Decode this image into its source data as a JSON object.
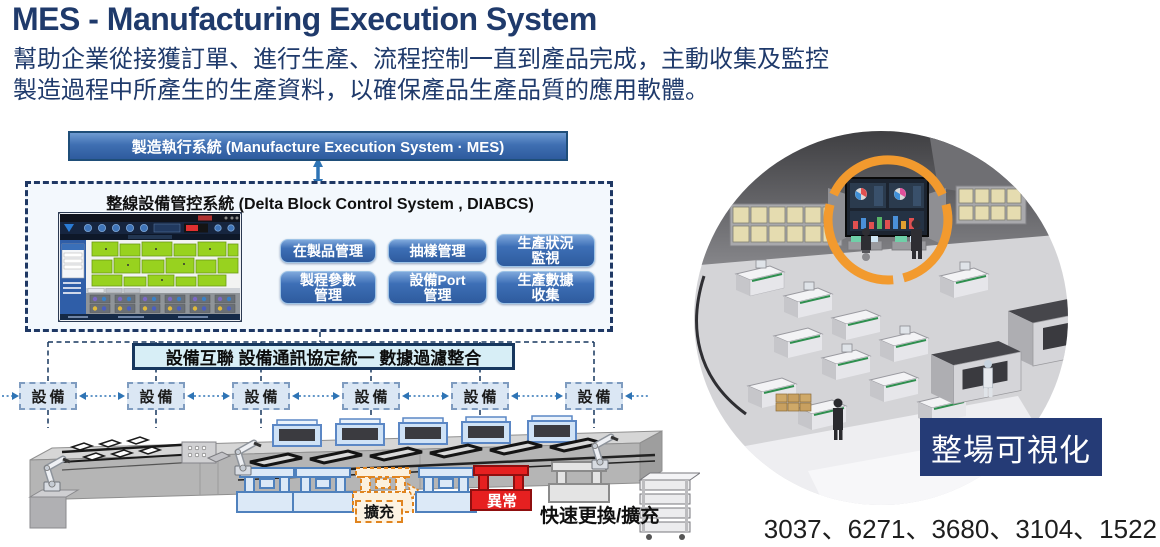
{
  "colors": {
    "title_navy": "#1F3A6B",
    "box_blue": "#2E5B9E",
    "panel_border_navy": "#1F3864",
    "integration_bar_bg": "#D7EEF6",
    "device_box_bg": "#DBE7F4",
    "accent_orange": "#F09A2E",
    "alert_red": "#E62020",
    "caption_navy": "#253B76"
  },
  "header": {
    "title": "MES - Manufacturing Execution System",
    "subtitle_line1": "幫助企業從接獲訂單、進行生產、流程控制一直到產品完成，主動收集及監控",
    "subtitle_line2": "製造過程中所產生的生產資料，以確保產品生產品質的應用軟體。"
  },
  "diagram": {
    "mes_box_label": "製造執行系統 (Manufacture Execution System · MES)",
    "diabcs_title": "整線設備管控系統 (Delta Block Control System , DIABCS)",
    "function_buttons": [
      {
        "line1": "在製品管理",
        "line2": ""
      },
      {
        "line1": "抽樣管理",
        "line2": ""
      },
      {
        "line1": "生產狀況",
        "line2": "監視"
      },
      {
        "line1": "製程參數",
        "line2": "管理"
      },
      {
        "line1": "設備Port",
        "line2": "管理"
      },
      {
        "line1": "生產數據",
        "line2": "收集"
      }
    ],
    "integration_bar_label": "設備互聯 設備通訊協定統一 數據過濾整合",
    "devices": [
      "設備",
      "設備",
      "設備",
      "設備",
      "設備",
      "設備"
    ],
    "production_line": {
      "expansion_label": "擴充",
      "abnormal_label": "異常",
      "quick_change_label": "快速更換/擴充"
    }
  },
  "visualization": {
    "caption": "整場可視化"
  },
  "footer": {
    "numbers": "3037、6271、3680、3104、1522"
  }
}
